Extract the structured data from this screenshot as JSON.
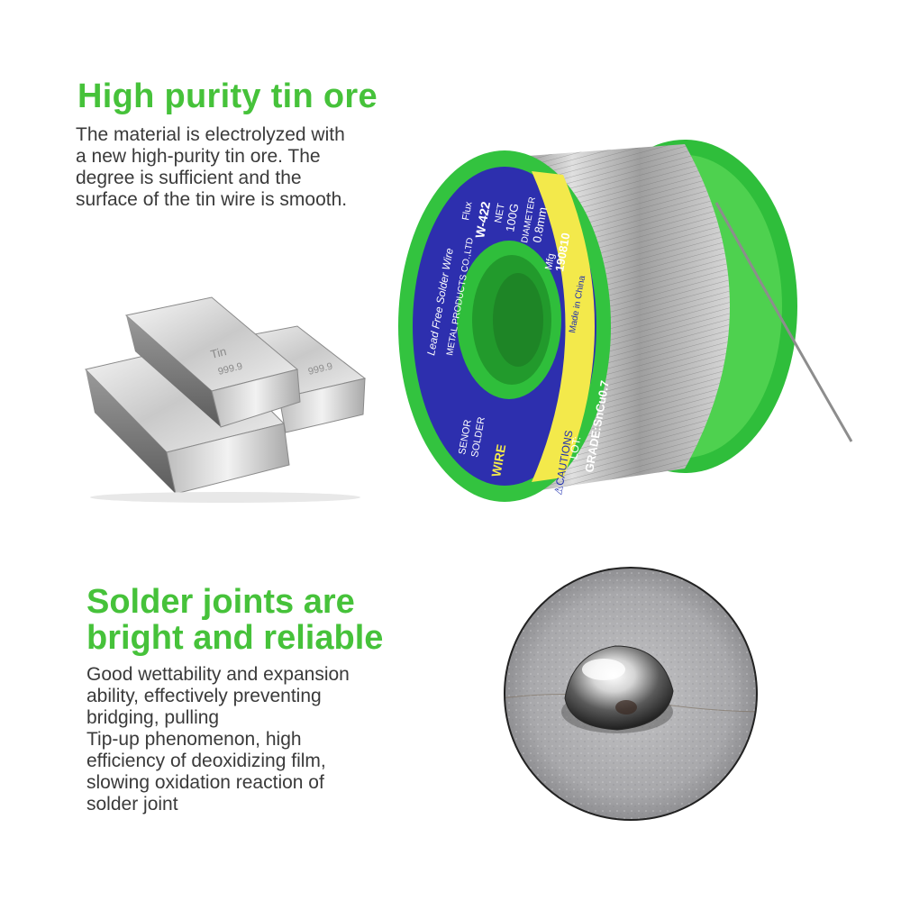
{
  "section1": {
    "heading": "High purity tin ore",
    "description_lines": [
      "The material is electrolyzed with",
      "a new high-purity tin ore. The",
      "degree is sufficient and the",
      "surface of the tin wire is smooth."
    ]
  },
  "section2": {
    "heading_lines": [
      "Solder joints are",
      "bright and reliable"
    ],
    "description_lines": [
      "Good wettability and expansion",
      "ability, effectively preventing",
      "bridging, pulling",
      "Tip-up phenomenon, high",
      "efficiency of deoxidizing film,",
      "slowing oxidation reaction of",
      "solder joint"
    ]
  },
  "ingots": {
    "label": "Tin",
    "purity": "999.9"
  },
  "spool_label": {
    "brand": "Lead Free Solder Wire",
    "company": "METAL PRODUCTS CO.,LTD",
    "flux_key": "Flux",
    "flux_val": "W-422",
    "net_key": "NET",
    "net_val": "100G",
    "diameter_key": "DIAMETER",
    "diameter_val": "0.8mm",
    "mfg_key": "Mfg",
    "mfg_val": "190810",
    "origin": "Made in China",
    "type1": "SENOR",
    "type2": "SOLDER",
    "wire": "WIRE",
    "cautions": "⚠CAUTIONS",
    "lot": "LOT:",
    "grade": "GRADE:SnCu0.7"
  },
  "colors": {
    "heading_green": "#46c23a",
    "body_text": "#3a3a3a",
    "spool_green": "#33c33f",
    "label_blue": "#1f2fb0",
    "label_yellow": "#f3e94b"
  },
  "icons": [
    "tin-ingots-image",
    "solder-spool-image",
    "solder-droplet-image"
  ]
}
